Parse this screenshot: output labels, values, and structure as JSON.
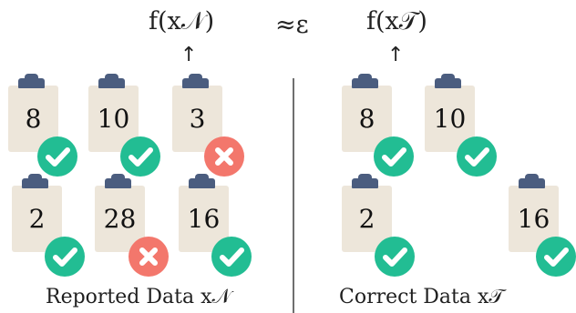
{
  "header": {
    "left_expr": "f(x𝒩)",
    "relation": "≈ε",
    "right_expr": "f(x𝒯)",
    "arrow": "↑"
  },
  "left_panel": {
    "caption": "Reported Data x𝒩",
    "items": [
      {
        "value": "8",
        "status": "check"
      },
      {
        "value": "10",
        "status": "check"
      },
      {
        "value": "3",
        "status": "cross"
      },
      {
        "value": "2",
        "status": "check"
      },
      {
        "value": "28",
        "status": "cross"
      },
      {
        "value": "16",
        "status": "check"
      }
    ]
  },
  "right_panel": {
    "caption": "Correct Data x𝒯",
    "items": [
      {
        "value": "8",
        "status": "check"
      },
      {
        "value": "10",
        "status": "check"
      },
      {
        "value": "2",
        "status": "check"
      },
      {
        "value": "16",
        "status": "check"
      }
    ]
  },
  "colors": {
    "board": "#ede6da",
    "clip": "#4b5d7f",
    "check": "#22bd93",
    "cross": "#f3776c",
    "divider": "#6f6f6f"
  }
}
